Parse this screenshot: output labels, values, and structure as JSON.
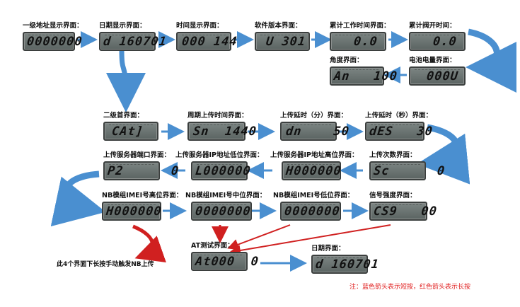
{
  "screens": [
    {
      "key": "s1",
      "label": "一级地址显示界面：",
      "display": "0000000"
    },
    {
      "key": "s2",
      "label": "日期显示界面：",
      "display": "d 160701"
    },
    {
      "key": "s3",
      "label": "时间显示界面：",
      "display": "000 144"
    },
    {
      "key": "s4",
      "label": "软件版本界面：",
      "display": "U 301"
    },
    {
      "key": "s5",
      "label": "累计工作时间界面：",
      "display": "0.0"
    },
    {
      "key": "s6",
      "label": "累计阀开时间：",
      "display": "0.0"
    },
    {
      "key": "s7",
      "label": "角度界面：",
      "display": "An   100"
    },
    {
      "key": "s8",
      "label": "电池电量界面：",
      "display": "000U"
    },
    {
      "key": "s9",
      "label": "二级首界面：",
      "display": "CAt]"
    },
    {
      "key": "s10",
      "label": "周期上传时间界面：",
      "display": "Sn  1440"
    },
    {
      "key": "s11",
      "label": "上传延时（分）界面：",
      "display": "dn    50"
    },
    {
      "key": "s12",
      "label": "上传延时（秒）界面：",
      "display": "dES   30"
    },
    {
      "key": "s13",
      "label": "上传服务器端口界面：",
      "display": "P2      0"
    },
    {
      "key": "s14",
      "label": "上传服务器IP地址低位界面：",
      "display": "L000000"
    },
    {
      "key": "s15",
      "label": "上传服务器IP地址高位界面：",
      "display": "H000000"
    },
    {
      "key": "s16",
      "label": "上传次数界面：",
      "display": "Sc      0"
    },
    {
      "key": "s17",
      "label": "NB模组IMEI号高位界面：",
      "display": "H000000"
    },
    {
      "key": "s18",
      "label": "NB模组IMEI号中位界面：",
      "display": "0000000"
    },
    {
      "key": "s19",
      "label": "NB模组IMEI号低位界面：",
      "display": "0000000"
    },
    {
      "key": "s20",
      "label": "信号强度界面：",
      "display": "CS9   00"
    },
    {
      "key": "s21",
      "label": "AT测试界面：",
      "display": "At000  0"
    },
    {
      "key": "s22",
      "label": "日期界面：",
      "display": "d 160701"
    }
  ],
  "side_note": "此4个界面下长按手动触发NB上传",
  "legend_note": "注：蓝色箭头表示短按，红色箭头表示长按",
  "colors": {
    "short_press": "#4a8fd0",
    "long_press": "#d02020",
    "note": "#e02020"
  }
}
